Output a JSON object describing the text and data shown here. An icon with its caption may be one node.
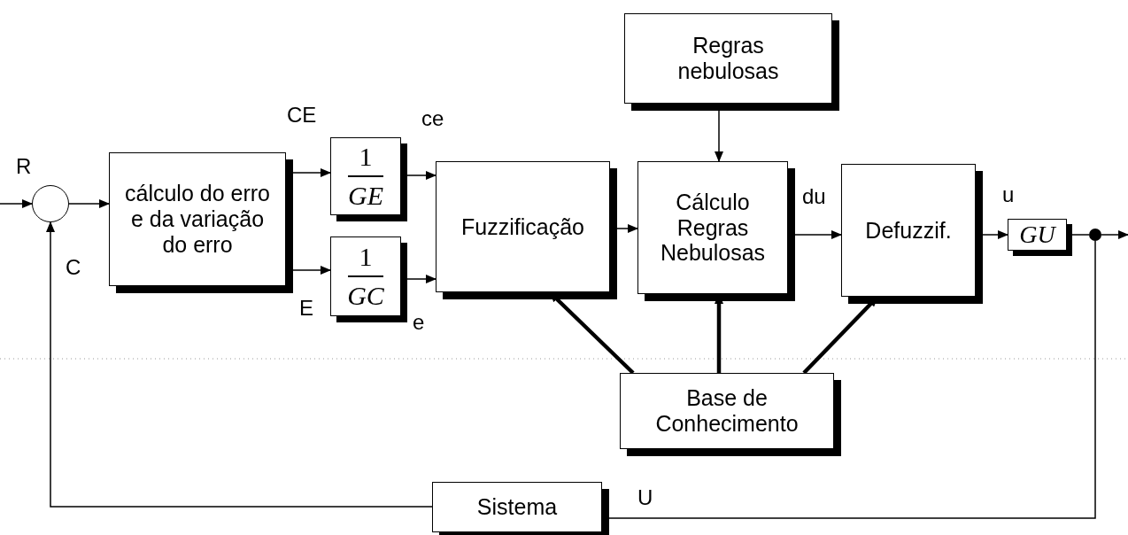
{
  "diagram": {
    "nodes": [
      {
        "text": [],
        "shape": "circle"
      },
      {
        "text": [
          "cálculo do erro e da variação do erro"
        ]
      },
      {
        "text": [
          "1",
          "GE"
        ]
      },
      {
        "text": [
          "1",
          "GC"
        ]
      },
      {
        "text": [
          "Fuzzificação"
        ]
      },
      {
        "text": [
          "Regras nebulosas"
        ]
      },
      {
        "text": [
          "Cálculo Regras Nebulosas"
        ]
      },
      {
        "text": [
          "Defuzzif."
        ]
      },
      {
        "text": [
          "GU"
        ]
      },
      {
        "text": [],
        "shape": "dot"
      },
      {
        "text": [
          "Base de Conhecimento"
        ]
      },
      {
        "text": [
          "Sistema"
        ]
      }
    ],
    "edges": [
      {
        "from": null,
        "to": 0,
        "arrow": "to",
        "label": "R"
      },
      {
        "from": 0,
        "to": 1,
        "arrow": "to"
      },
      {
        "from": 1,
        "to": 2,
        "arrow": "to",
        "label": "CE"
      },
      {
        "from": 1,
        "to": 3,
        "arrow": "to",
        "label": "E"
      },
      {
        "from": 2,
        "to": 4,
        "arrow": "to",
        "label": "ce"
      },
      {
        "from": 3,
        "to": 4,
        "arrow": "to",
        "label": "e"
      },
      {
        "from": 5,
        "to": 6,
        "arrow": "to"
      },
      {
        "from": 4,
        "to": 6,
        "arrow": "to"
      },
      {
        "from": 6,
        "to": 7,
        "arrow": "to",
        "label": "du"
      },
      {
        "from": 7,
        "to": 8,
        "arrow": "to",
        "label": "u"
      },
      {
        "from": 8,
        "to": 9,
        "arrow": "none"
      },
      {
        "from": 9,
        "to": null,
        "arrow": "to"
      },
      {
        "from": 9,
        "to": 11,
        "arrow": "none",
        "label": "U"
      },
      {
        "from": 11,
        "to": 0,
        "arrow": "to",
        "label": "C"
      },
      {
        "from": 10,
        "to": 4,
        "arrow": "to",
        "style": "thick"
      },
      {
        "from": 10,
        "to": 6,
        "arrow": "to",
        "style": "thick"
      },
      {
        "from": 10,
        "to": 7,
        "arrow": "to",
        "style": "thick"
      }
    ]
  }
}
